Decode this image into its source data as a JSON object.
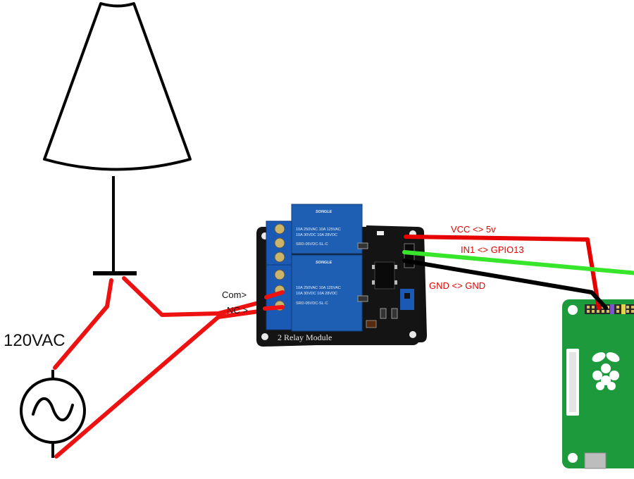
{
  "supply": {
    "label": "120VAC",
    "symbol": "~"
  },
  "relay_module": {
    "name": "2 Relay Module",
    "relay_brand": "SONGLE",
    "relay_ratings": [
      "10A 250VAC  10A 125VAC",
      "10A 30VDC   10A 28VDC"
    ],
    "relay_model": "SRD-05VDC-SL-C",
    "terminal_labels": {
      "com": "Com>",
      "nc": "NC >"
    }
  },
  "connections": [
    {
      "label": "VCC <> 5v",
      "color": "#e60000"
    },
    {
      "label": "IN1 <> GPIO13",
      "color": "#37e62b"
    },
    {
      "label": "GND <> GND",
      "color": "#000000"
    }
  ],
  "colors": {
    "live_wire": "#ee1111",
    "relay_body": "#1f5fb3",
    "terminal_block": "#1a5ab5",
    "pcb": "#121212",
    "raspberry_pi_board": "#1d9a3c",
    "lamp_outline": "#000000"
  }
}
